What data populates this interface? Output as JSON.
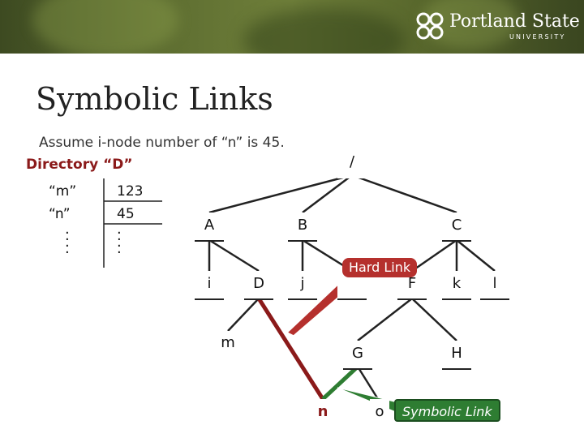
{
  "banner": {
    "logo_text": "Portland State",
    "logo_subtext": "UNIVERSITY"
  },
  "slide": {
    "title": "Symbolic Links",
    "line1": "Assume i-node number of “n” is 45.",
    "dir_label": "Directory “D”",
    "dir_entries": [
      {
        "name": "“m”",
        "inode": "123"
      },
      {
        "name": "“n”",
        "inode": "45"
      }
    ]
  },
  "tree": {
    "nodes": {
      "root": "/",
      "A": "A",
      "B": "B",
      "C": "C",
      "i": "i",
      "D": "D",
      "j": "j",
      "F": "F",
      "k": "k",
      "l": "l",
      "m": "m",
      "G": "G",
      "H": "H",
      "n": "n",
      "o": "o"
    },
    "callouts": {
      "hard_link": "Hard Link",
      "symbolic_link": "Symbolic Link"
    },
    "colors": {
      "hard_link": "#8b1a1a",
      "symbolic_link": "#2e7d32"
    }
  }
}
